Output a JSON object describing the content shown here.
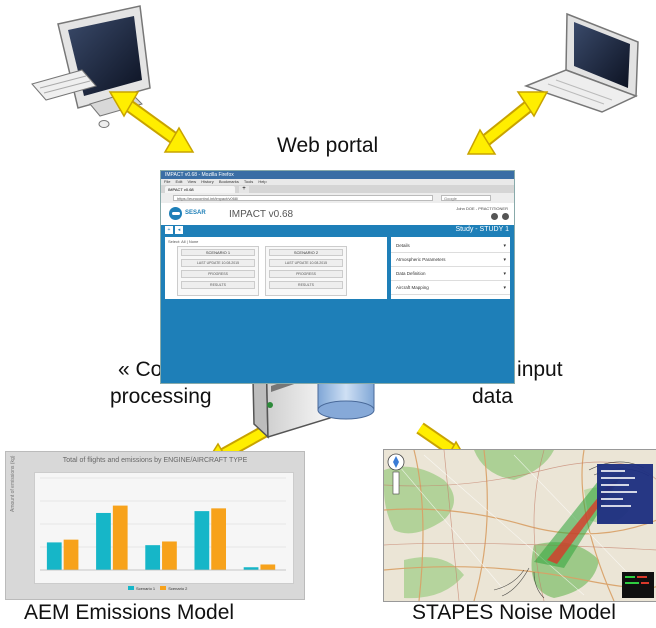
{
  "labels": {
    "web_portal": "Web portal",
    "core_processing_line1": "« Core »",
    "core_processing_line2": "processing",
    "common_input_line1": "Common input",
    "common_input_line2": "data",
    "aem": "AEM Emissions Model",
    "stapes": "STAPES Noise Model"
  },
  "browser": {
    "title": "IMPACT v0.68 - Mozilla Firefox",
    "menu": "File Edit View History Bookmarks Tools Help",
    "tab": "IMPACT v0.68",
    "url": "https://eurocontrol.int/impact/v068/",
    "search": "Google"
  },
  "app": {
    "brand": "SESAR",
    "title": "IMPACT v0.68",
    "user": "John DOE - PRACTITIONER",
    "study_title": "Study - STUDY 1",
    "selection": "Select: All | None",
    "scenarios": [
      {
        "name": "SCENARIO 1",
        "rows": [
          "LAST UPDATE 10.08.2015",
          "PROGRESS",
          "RESULTS"
        ]
      },
      {
        "name": "SCENARIO 2",
        "rows": [
          "LAST UPDATE 10.08.2015",
          "PROGRESS",
          "RESULTS"
        ]
      }
    ],
    "panels": [
      "Details",
      "Atmospheric Parameters",
      "Data Definition",
      "Aircraft Mapping"
    ]
  },
  "aem_panel": {
    "title": "Total of flights and emissions by ENGINE/AIRCRAFT TYPE",
    "ylabel": "Amount of emissions (kg)",
    "legend": [
      "Scenario 1",
      "Scenario 2"
    ],
    "colors": {
      "series1": "#16b6c8",
      "series2": "#f7a21b"
    }
  },
  "chart_data": {
    "type": "bar",
    "categories": [
      "",
      "",
      "",
      "",
      ""
    ],
    "series": [
      {
        "name": "Scenario 1",
        "values": [
          30,
          62,
          27,
          64,
          3
        ]
      },
      {
        "name": "Scenario 2",
        "values": [
          33,
          70,
          31,
          67,
          6
        ]
      }
    ],
    "ylim": [
      0,
      100
    ],
    "grid": true,
    "legend_position": "bottom"
  },
  "colors": {
    "arrow_fill": "#ffee00",
    "arrow_stroke": "#c8a300",
    "portal_blue": "#1e7fb8"
  }
}
